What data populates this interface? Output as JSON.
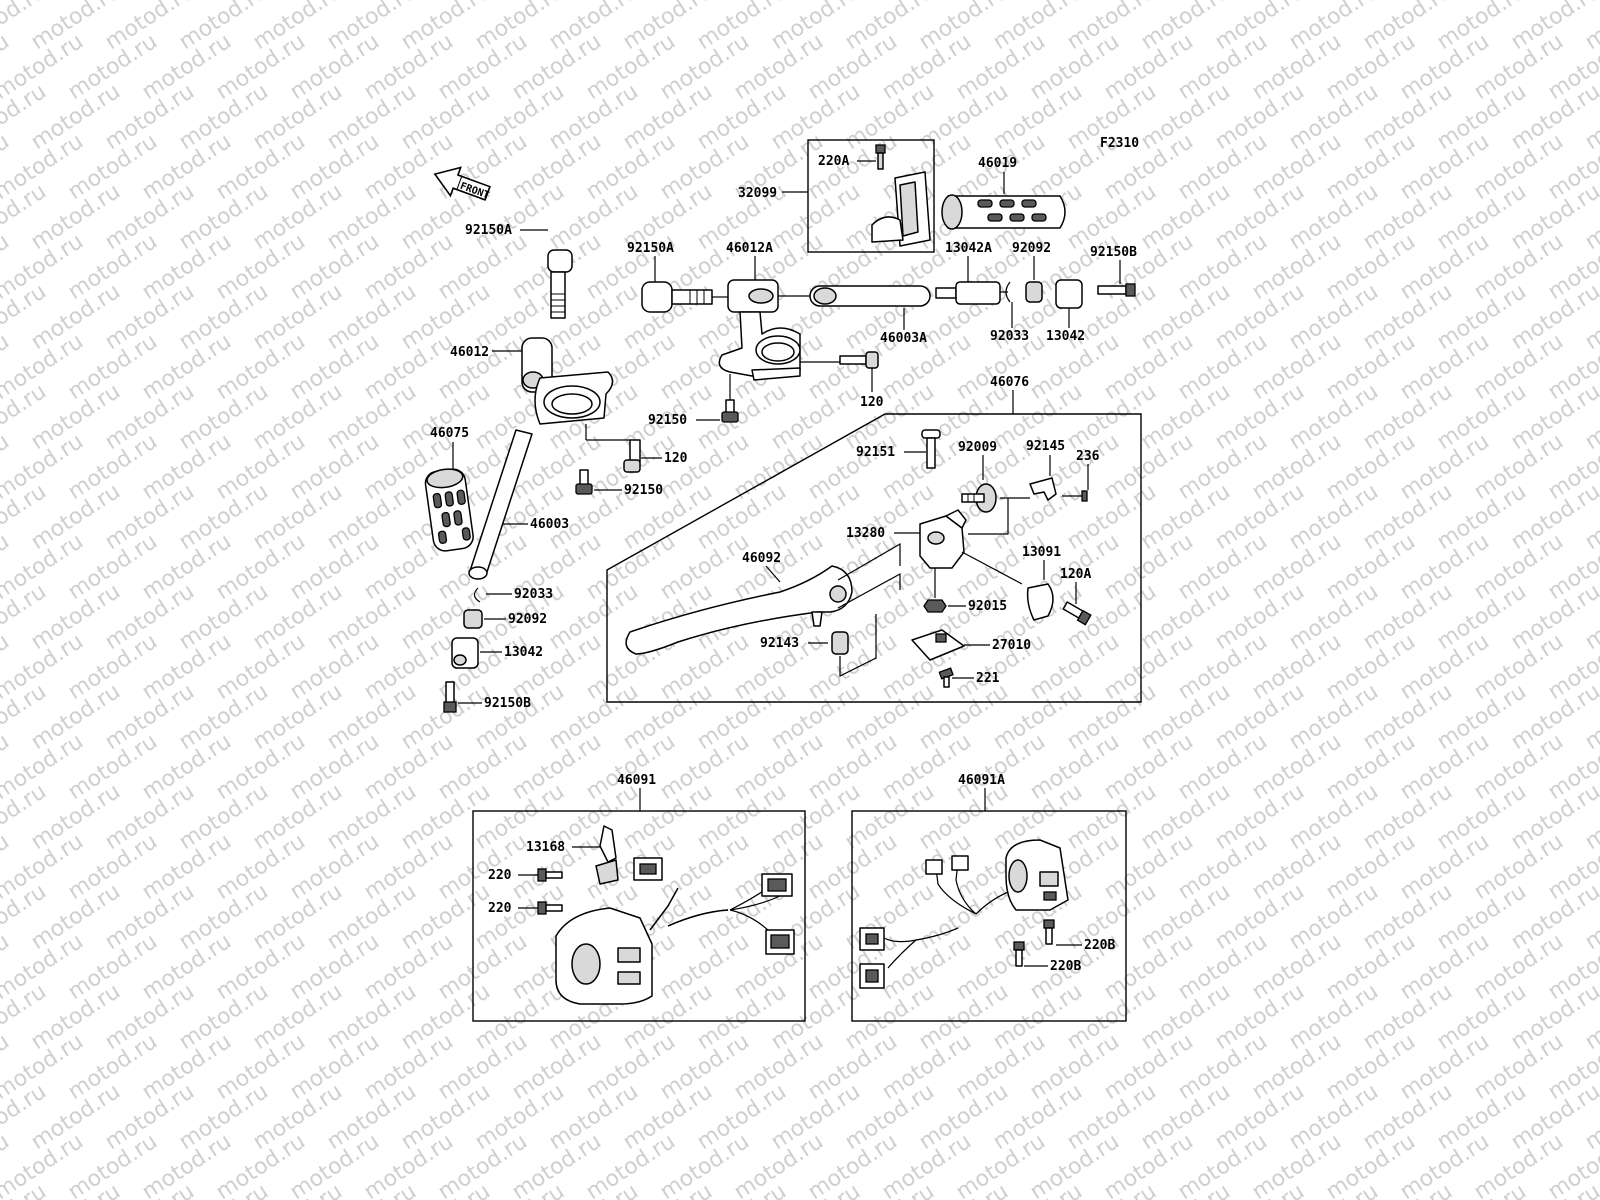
{
  "watermark": "motod.ru",
  "figure_code": "F2310",
  "front_arrow_text": "FRONT",
  "labels": {
    "l220A": "220A",
    "l32099": "32099",
    "l46019": "46019",
    "l92150A_top": "92150A",
    "l46012A": "46012A",
    "l13042A": "13042A",
    "l92092_top": "92092",
    "l92150B_top": "92150B",
    "l92150A_left": "92150A",
    "l46003A": "46003A",
    "l92033_top": "92033",
    "l13042_top": "13042",
    "l46012": "46012",
    "l120_mid": "120",
    "l92150_mid": "92150",
    "l46076": "46076",
    "l120_left": "120",
    "l92150_left": "92150",
    "l46075": "46075",
    "l46003": "46003",
    "l92033_left": "92033",
    "l92092_left": "92092",
    "l13042_left": "13042",
    "l92150B_left": "92150B",
    "l92151": "92151",
    "l92009": "92009",
    "l92145": "92145",
    "l236": "236",
    "l13280": "13280",
    "l46092": "46092",
    "l13091": "13091",
    "l120A": "120A",
    "l92015": "92015",
    "l92143": "92143",
    "l27010": "27010",
    "l221": "221",
    "l46091": "46091",
    "l13168": "13168",
    "l220_a": "220",
    "l220_b": "220",
    "l46091A": "46091A",
    "l220B_a": "220B",
    "l220B_b": "220B"
  }
}
